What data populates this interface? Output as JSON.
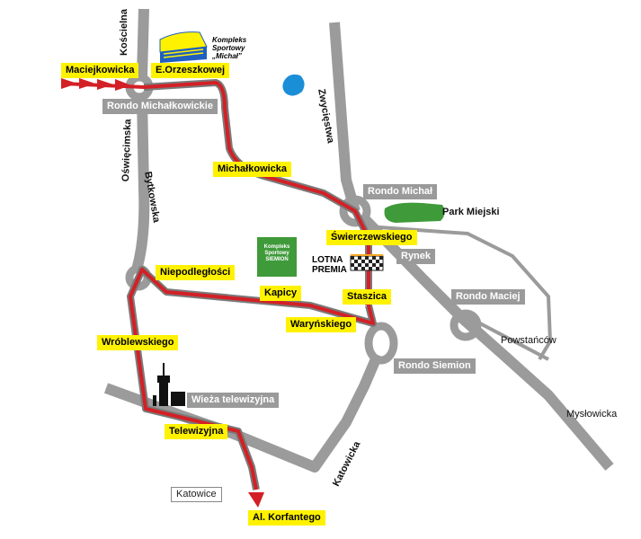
{
  "labels": {
    "koscielna": "Kościelna",
    "maciejkowicka": "Maciejkowicka",
    "orzeszkowej": "E.Orzeszkowej",
    "rondo_michalkowickie": "Rondo Michałkowickie",
    "oswiecimska": "Oświęcimska",
    "bytkowska": "Bytkowska",
    "michalkowicka": "Michałkowicka",
    "zwyciestwa": "Zwycięstwa",
    "rondo_michal": "Rondo Michał",
    "park_miejski": "Park Miejski",
    "swierczewskiego": "Świerczewskiego",
    "rynek": "Rynek",
    "niepodleglosci": "Niepodległości",
    "kapicy": "Kapicy",
    "staszica": "Staszica",
    "rondo_maciej": "Rondo Maciej",
    "warynskiego": "Waryńskiego",
    "powstancow": "Powstańców",
    "wroblewskiego": "Wróblewskiego",
    "rondo_siemion": "Rondo Siemion",
    "wieza_telewizyjna": "Wieża telewizyjna",
    "telewizyjna": "Telewizyjna",
    "katowicka": "Katowicka",
    "myslowicka": "Mysłowicka",
    "katowice": "Katowice",
    "korfantego": "Al. Korfantego"
  },
  "sport_michal": {
    "line1": "Kompleks",
    "line2": "Sportowy",
    "line3": "„Michał”"
  },
  "sport_siemion": {
    "line1": "Kompleks",
    "line2": "Sportowy",
    "line3": "SIEMION"
  },
  "lotna": {
    "line1": "LOTNA",
    "line2": "PREMIA"
  },
  "colors": {
    "road": "#9b9b9b",
    "route": "#d32026",
    "label": "#fff200",
    "park": "#3f9a3a",
    "water": "#1b8ed8",
    "logo_blue": "#1f5fbf"
  }
}
